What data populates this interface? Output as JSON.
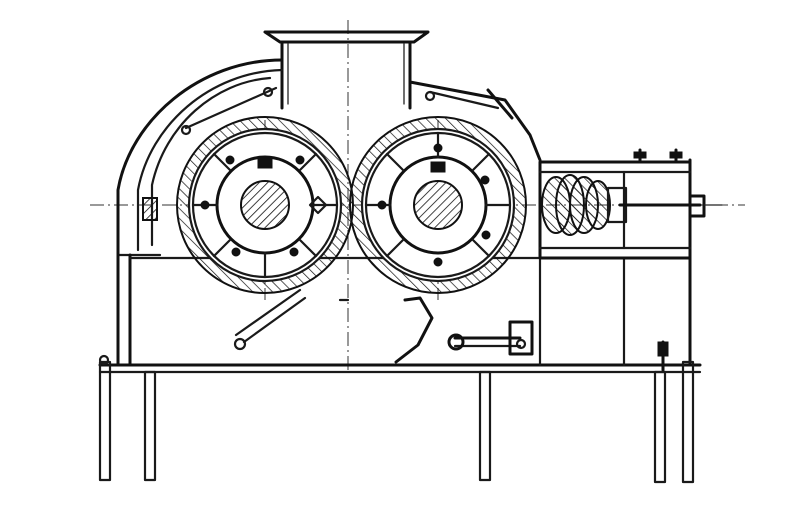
{
  "drawing": {
    "subject": "double-roll-crusher",
    "colors": {
      "ink": "#111111",
      "paper": "#ffffff"
    },
    "icons": [
      "feed-hopper",
      "left-roll",
      "right-roll",
      "compression-spring",
      "support-legs"
    ]
  }
}
